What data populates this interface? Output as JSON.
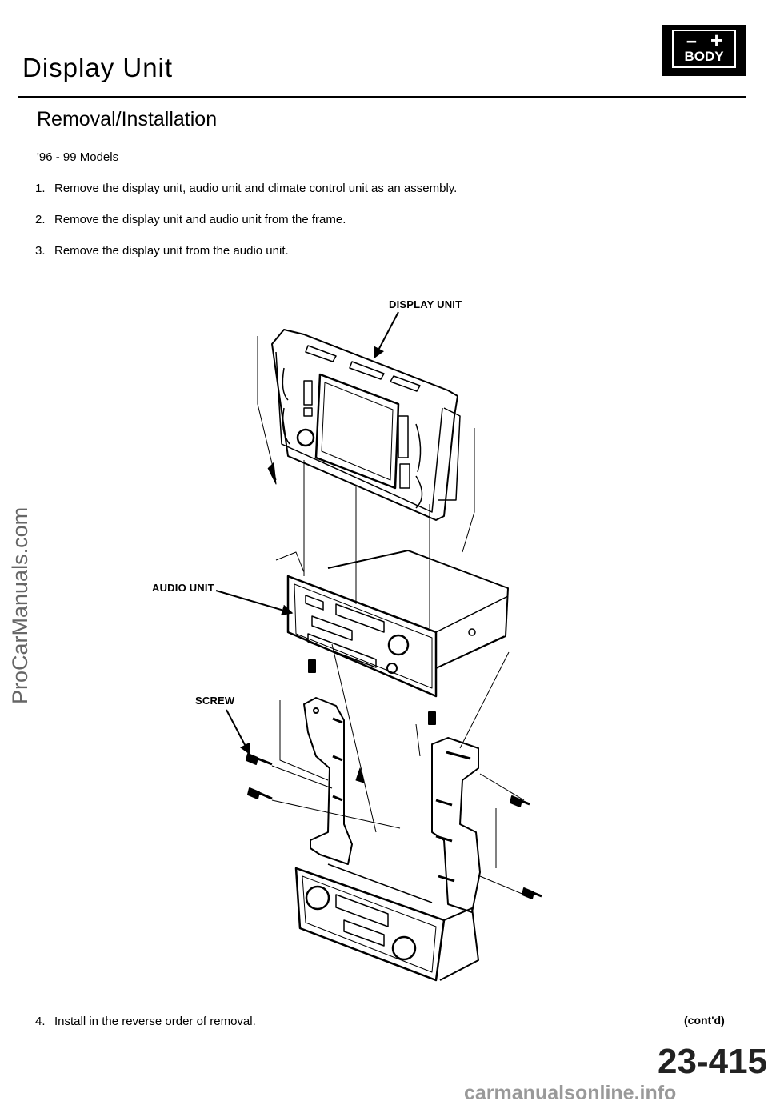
{
  "header": {
    "title": "Display Unit",
    "badge_symbols": "– +",
    "badge_label": "BODY"
  },
  "section": {
    "title": "Removal/Installation",
    "models": "'96 - 99 Models"
  },
  "steps": [
    {
      "num": "1.",
      "text": "Remove the display unit, audio unit and climate control unit as an assembly."
    },
    {
      "num": "2.",
      "text": "Remove the display unit and audio unit from the frame."
    },
    {
      "num": "3.",
      "text": "Remove the display unit from the audio unit."
    },
    {
      "num": "4.",
      "text": "Install in the reverse order of removal."
    }
  ],
  "figure": {
    "label_display_unit": "DISPLAY UNIT",
    "label_audio_unit": "AUDIO UNIT",
    "label_screw": "SCREW"
  },
  "footer": {
    "contd": "(cont'd)",
    "page_number": "23-415",
    "bottom_watermark": "carmanualsonline.info"
  },
  "watermark": "ProCarManuals.com"
}
